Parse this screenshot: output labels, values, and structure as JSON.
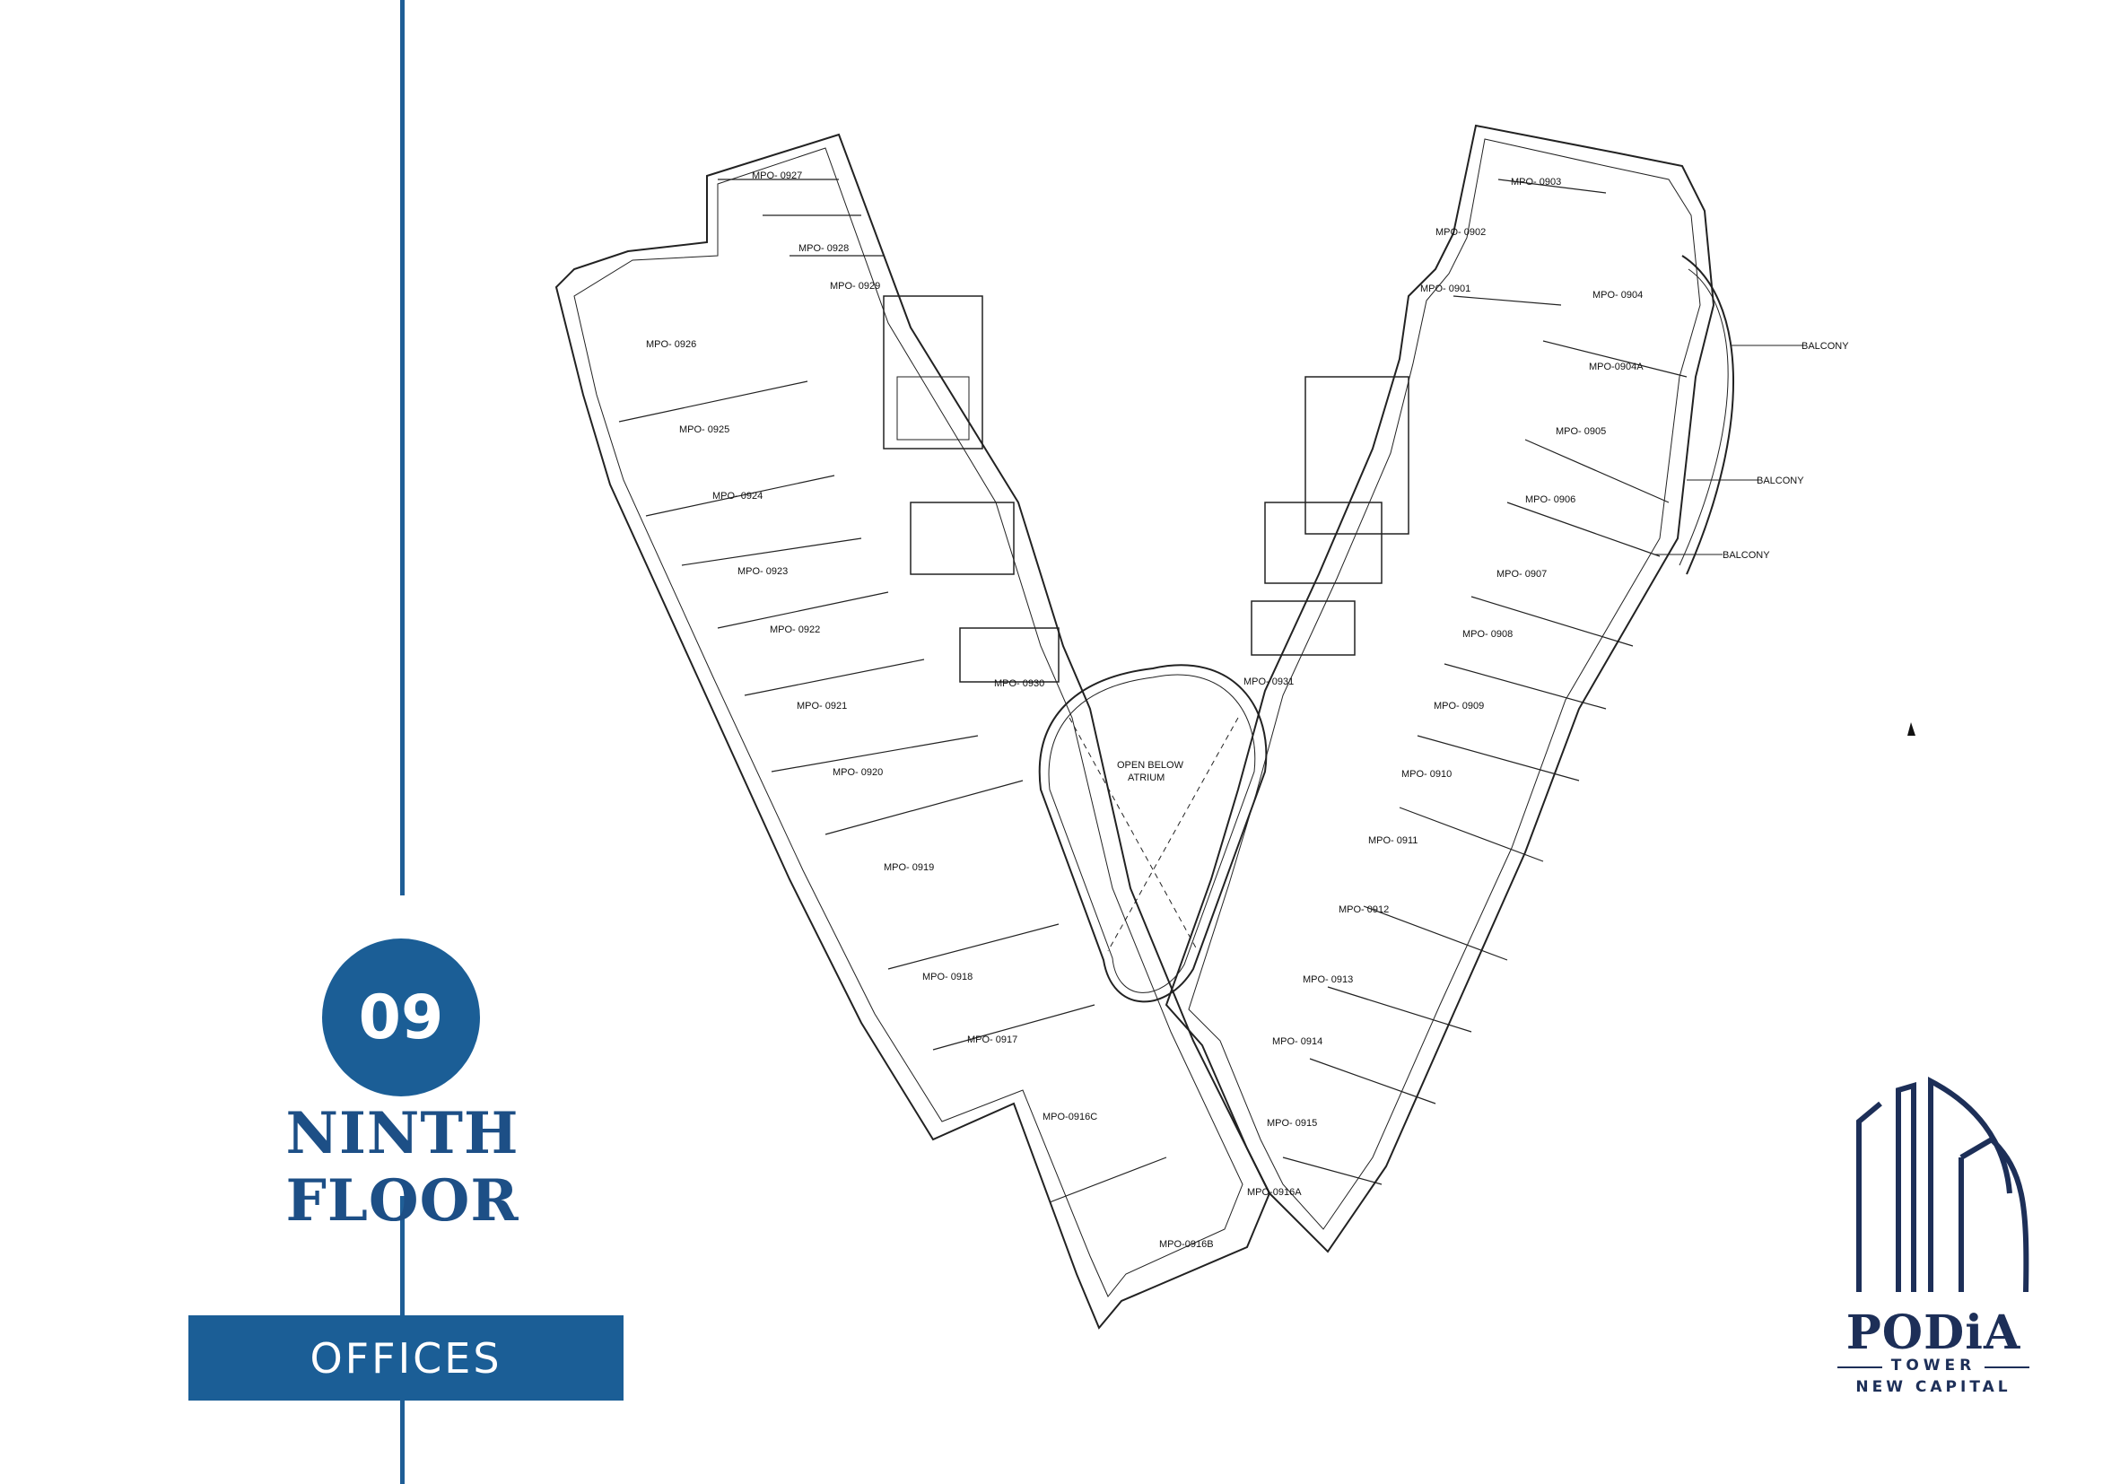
{
  "floor": {
    "number": "09",
    "name": "NINTH FLOOR",
    "category": "OFFICES"
  },
  "brand": {
    "name": "PODiA",
    "sub1": "TOWER",
    "sub2": "NEW CAPITAL"
  },
  "plan": {
    "atrium_label_1": "OPEN BELOW",
    "atrium_label_2": "ATRIUM",
    "balcony_labels": [
      "BALCONY",
      "BALCONY",
      "BALCONY"
    ],
    "units_left": [
      "MPO- 0927",
      "MPO- 0928",
      "MPO- 0929",
      "MPO- 0926",
      "MPO- 0925",
      "MPO- 0924",
      "MPO- 0923",
      "MPO- 0922",
      "MPO- 0921",
      "MPO- 0920",
      "MPO- 0919",
      "MPO- 0918",
      "MPO- 0917",
      "MPO-0916C",
      "MPO-0916B",
      "MPO- 0930"
    ],
    "units_right": [
      "MPO- 0903",
      "MPO- 0902",
      "MPO- 0901",
      "MPO- 0904",
      "MPO-0904A",
      "MPO- 0905",
      "MPO- 0906",
      "MPO- 0907",
      "MPO- 0908",
      "MPO- 0909",
      "MPO- 0910",
      "MPO- 0911",
      "MPO- 0912",
      "MPO- 0913",
      "MPO- 0914",
      "MPO- 0915",
      "MPO-0916A",
      "MPO- 0931"
    ]
  },
  "colors": {
    "accent": "#1b5e96",
    "brand_navy": "#1d2f58"
  }
}
